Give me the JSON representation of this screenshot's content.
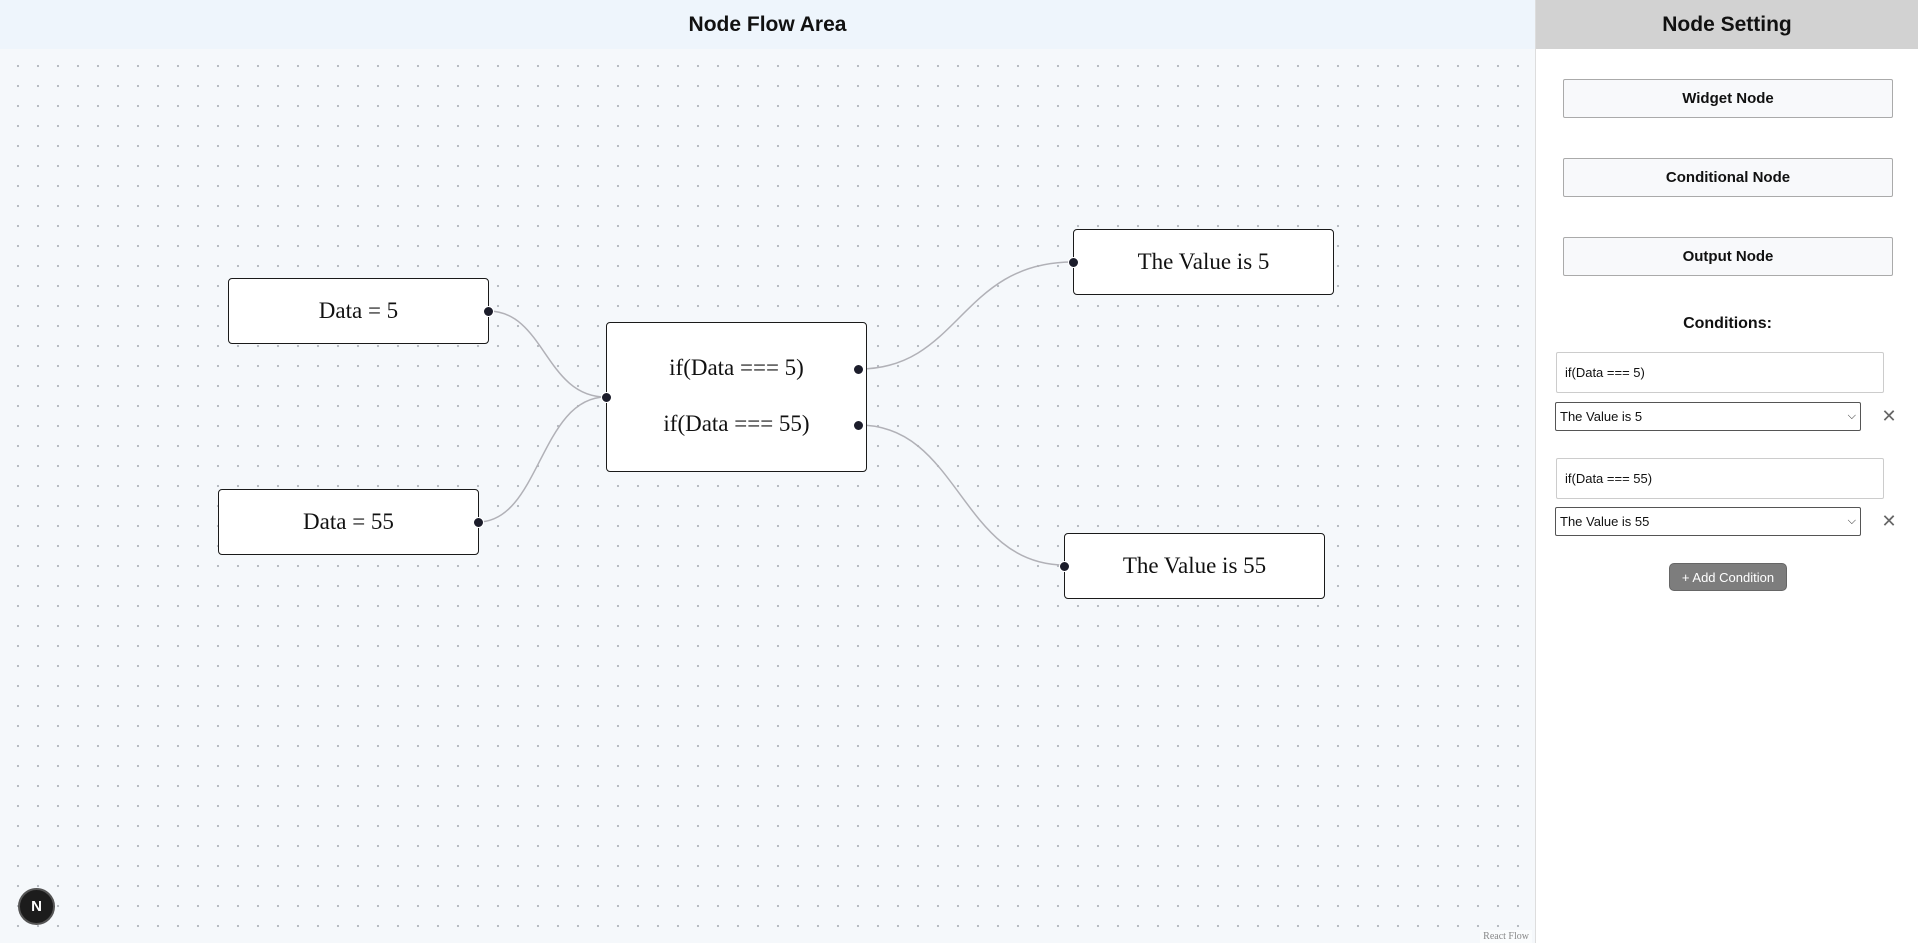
{
  "flow": {
    "title": "Node Flow Area",
    "nodes": {
      "data5": "Data = 5",
      "data55": "Data = 55",
      "cond1": "if(Data === 5)",
      "cond2": "if(Data === 55)",
      "out5": "The Value is 5",
      "out55": "The Value is 55"
    },
    "badge": "N",
    "attribution": "React Flow"
  },
  "sidebar": {
    "title": "Node Setting",
    "buttons": [
      "Widget Node",
      "Conditional Node",
      "Output Node"
    ],
    "conditions_label": "Conditions:",
    "conditions": [
      {
        "input": "if(Data === 5)",
        "selected": "The Value is 5"
      },
      {
        "input": "if(Data === 55)",
        "selected": "The Value is 55"
      }
    ],
    "remove_glyph": "✕",
    "add_label": "+ Add Condition"
  },
  "colors": {
    "handle": "#1c1d2b",
    "edge": "#b1b1b7",
    "flow_bg": "#f5f8fb",
    "sidebar_header": "#d2d2d2"
  }
}
